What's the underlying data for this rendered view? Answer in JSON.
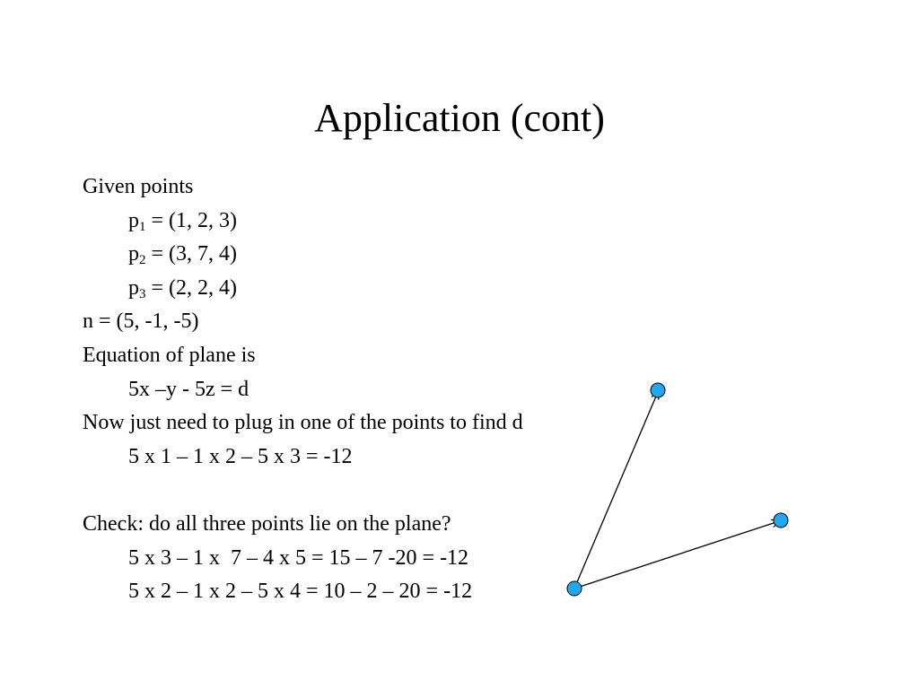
{
  "slide": {
    "title": "Application (cont)",
    "given_points_label": "Given points",
    "points": [
      {
        "name": "p",
        "sub": "1",
        "value": " = (1, 2, 3)"
      },
      {
        "name": "p",
        "sub": "2",
        "value": " = (3, 7, 4)"
      },
      {
        "name": "p",
        "sub": "3",
        "value": " = (2, 2, 4)"
      }
    ],
    "normal": "n = (5, -1, -5)",
    "equation_label": "Equation of plane is",
    "equation": "5x –y - 5z = d",
    "plug_in_text": "Now just need to plug in one of the points to find d",
    "d_calc": "5 x 1 – 1 x 2 – 5 x 3 = -12",
    "check_label": "Check: do all three points lie on the plane?",
    "check_1": "5 x 3 – 1 x  7 – 4 x 5 = 15 – 7 -20 = -12",
    "check_2": "5 x 2 – 1 x 2 – 5 x 4 = 10 – 2 – 20 = -12"
  },
  "diagram": {
    "point_color": "#1ea9f0",
    "outline_color": "#000000",
    "arrow_color": "#000000"
  }
}
